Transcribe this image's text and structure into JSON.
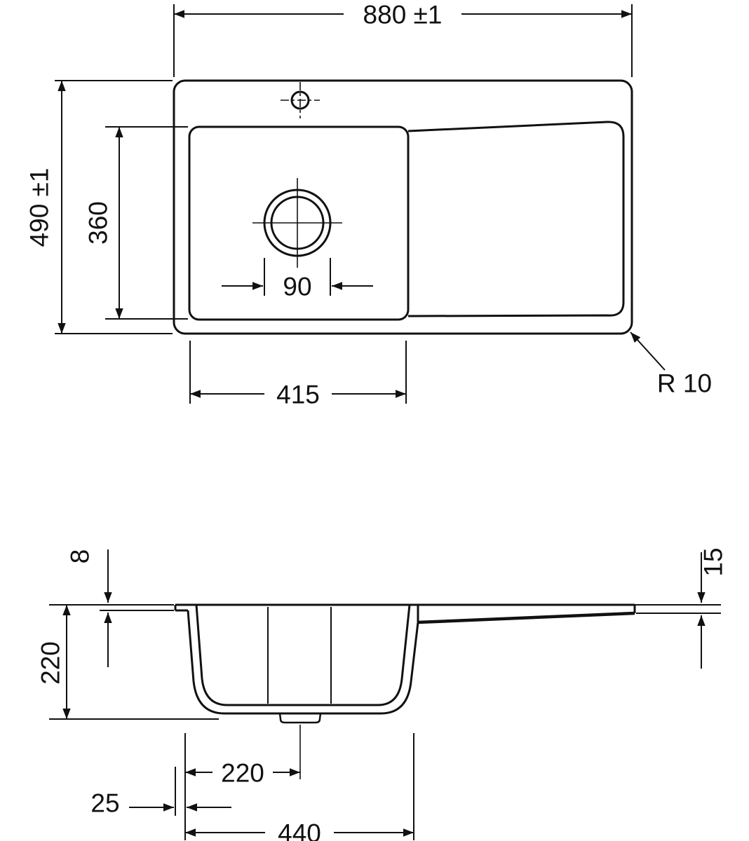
{
  "top_view": {
    "overall_width": "880 ±1",
    "overall_depth": "490 ±1",
    "bowl_depth_front": "360",
    "bowl_width": "415",
    "drain_diameter": "90",
    "corner_radius": "R 10"
  },
  "section_view": {
    "rim_height": "8",
    "drainboard_thickness": "15",
    "bowl_depth": "220",
    "drain_center_offset": "220",
    "rim_overhang": "25",
    "bowl_outer_width": "440"
  }
}
